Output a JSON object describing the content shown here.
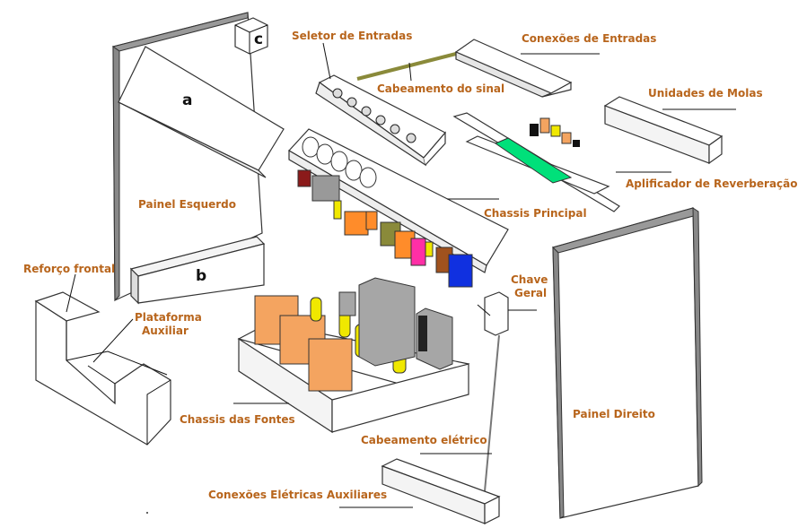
{
  "labels": {
    "seletor_entradas": "Seletor de Entradas",
    "conexoes_entradas": "Conexões de Entradas",
    "cabeamento_sinal": "Cabeamento do sinal",
    "unidades_molas": "Unidades de Molas",
    "aplificador_reverberacao": "Aplificador de Reverberação",
    "chassis_principal": "Chassis Principal",
    "painel_esquerdo": "Painel Esquerdo",
    "reforco_frontal": "Reforço frontal",
    "plataforma_1": "Plataforma",
    "plataforma_2": "Auxiliar",
    "chave_1": "Chave",
    "chave_2": "Geral",
    "painel_direito": "Painel Direito",
    "chassis_fontes": "Chassis das Fontes",
    "cabeamento_eletrico": "Cabeamento elétrico",
    "conexoes_eletricas": "Conexões Elétricas Auxiliares"
  },
  "letters": {
    "a": "a",
    "b": "b",
    "c": "c"
  },
  "colors": {
    "label_text": "#b8651c",
    "transformer": "#f4a460",
    "tube": "#f0e800",
    "filter": "#00e07a",
    "cap_orange": "#ff8c2a",
    "cap_magenta": "#ff2fa6",
    "cap_blue": "#1030e0",
    "cap_brown": "#a0521e",
    "cable_signal": "#8a8a3a",
    "panel_edge": "#777777"
  }
}
